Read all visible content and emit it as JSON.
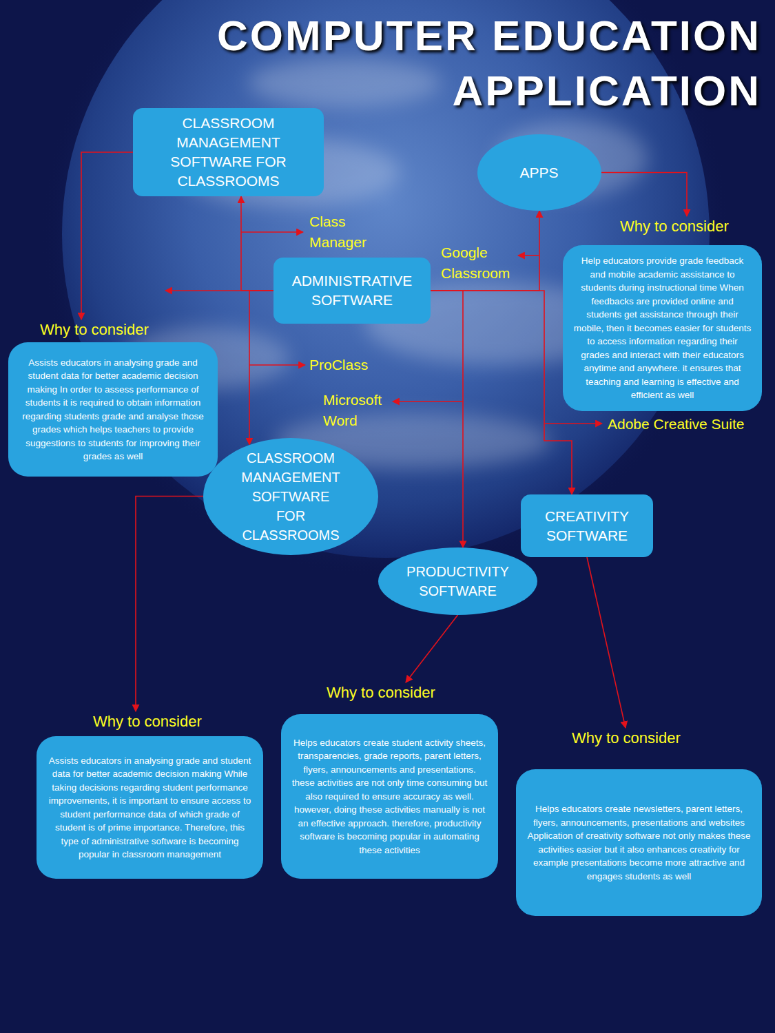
{
  "diagram": {
    "title": "COMPUTER EDUCATION APPLICATION",
    "nodes": [
      {
        "text": [
          "CLASSROOM MANAGEMENT SOFTWARE FOR CLASSROOMS"
        ]
      },
      {
        "text": [
          "APPS"
        ]
      },
      {
        "text": [
          "ADMINISTRATIVE SOFTWARE"
        ]
      },
      {
        "text": [
          "Why to consider",
          "Help educators provide grade feedback and mobile academic assistance to students during instructional time When feedbacks are provided online and students get assistance through their mobile, then it becomes easier for students to access information regarding their grades and interact with their educators anytime and anywhere. it ensures that teaching and learning is effective and efficient as well"
        ]
      },
      {
        "text": [
          "Why to consider",
          "Assists educators in analysing grade and student data for better academic decision making In order to assess performance of students it is required to obtain information regarding students grade and analyse those grades which helps teachers to provide suggestions to students for improving their grades as well"
        ]
      },
      {
        "text": [
          "CLASSROOM MANAGEMENT SOFTWARE FOR CLASSROOMS"
        ]
      },
      {
        "text": [
          "CREATIVITY SOFTWARE"
        ]
      },
      {
        "text": [
          "PRODUCTIVITY SOFTWARE"
        ]
      },
      {
        "text": [
          "Why to consider",
          "Assists educators in analysing grade and student data for better academic decision making While taking decisions regarding student performance improvements, it is important to ensure access to student performance data of which grade of student is of prime importance. Therefore, this type of administrative software is becoming popular in classroom management"
        ]
      },
      {
        "text": [
          "Why to consider",
          "Helps educators create student activity sheets, transparencies, grade reports, parent letters, flyers, announcements and presentations. these activities are not only time consuming but also required to ensure accuracy as well. however, doing these activities manually is not an effective approach. therefore, productivity software is becoming popular in automating these activities"
        ]
      },
      {
        "text": [
          "Why to consider",
          "Helps educators create newsletters, parent letters, flyers, announcements, presentations and websites Application of creativity software not only makes these activities easier but it also enhances creativity for example presentations become more attractive and engages students as well"
        ]
      }
    ],
    "edges": [
      {
        "from": 2,
        "to": 0,
        "arrow": "to"
      },
      {
        "from": 0,
        "to": 4,
        "arrow": "to"
      },
      {
        "from": 2,
        "to": 5,
        "arrow": "to"
      },
      {
        "from": 2,
        "to": 1,
        "arrow": "to"
      },
      {
        "from": 2,
        "to": 6,
        "arrow": "to"
      },
      {
        "from": 2,
        "to": 7,
        "arrow": "to"
      },
      {
        "from": 1,
        "to": 3,
        "arrow": "to"
      },
      {
        "from": 5,
        "to": 8,
        "arrow": "to"
      },
      {
        "from": 7,
        "to": 9,
        "arrow": "to"
      },
      {
        "from": 6,
        "to": 10,
        "arrow": "to"
      }
    ],
    "labels": [
      "Class Manager",
      "Google Classroom",
      "ProClass",
      "Microsoft Word",
      "Adobe Creative Suite"
    ]
  }
}
